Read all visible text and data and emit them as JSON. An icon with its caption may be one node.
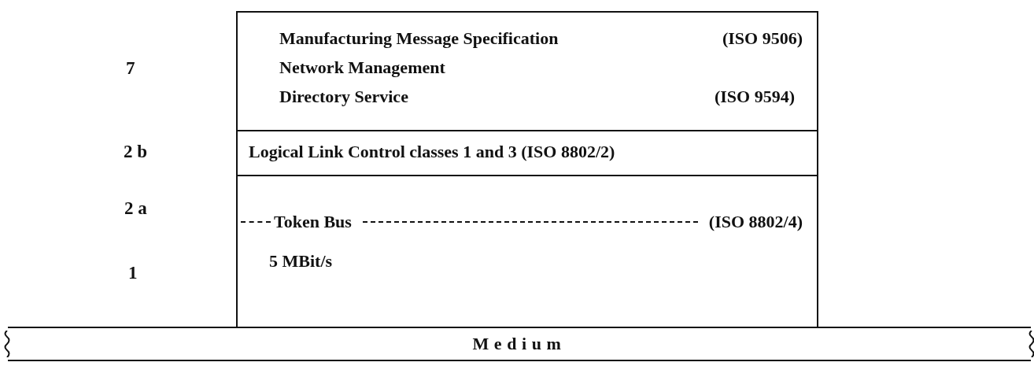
{
  "diagram": {
    "nodes": [
      {
        "text": [
          "Manufacturing Message Specification",
          "(ISO 9506)",
          "Network Management",
          "Directory Service",
          "(ISO 9594)"
        ]
      },
      {
        "text": [
          "Logical Link Control classes 1 and 3 (ISO 8802/2)"
        ]
      },
      {
        "text": [
          "Token Bus",
          "(ISO 8802/4)",
          "5 MBit/s"
        ]
      },
      {
        "text": [
          "Medium"
        ]
      }
    ],
    "labels": [
      "7",
      "2 b",
      "2 a",
      "1"
    ]
  }
}
